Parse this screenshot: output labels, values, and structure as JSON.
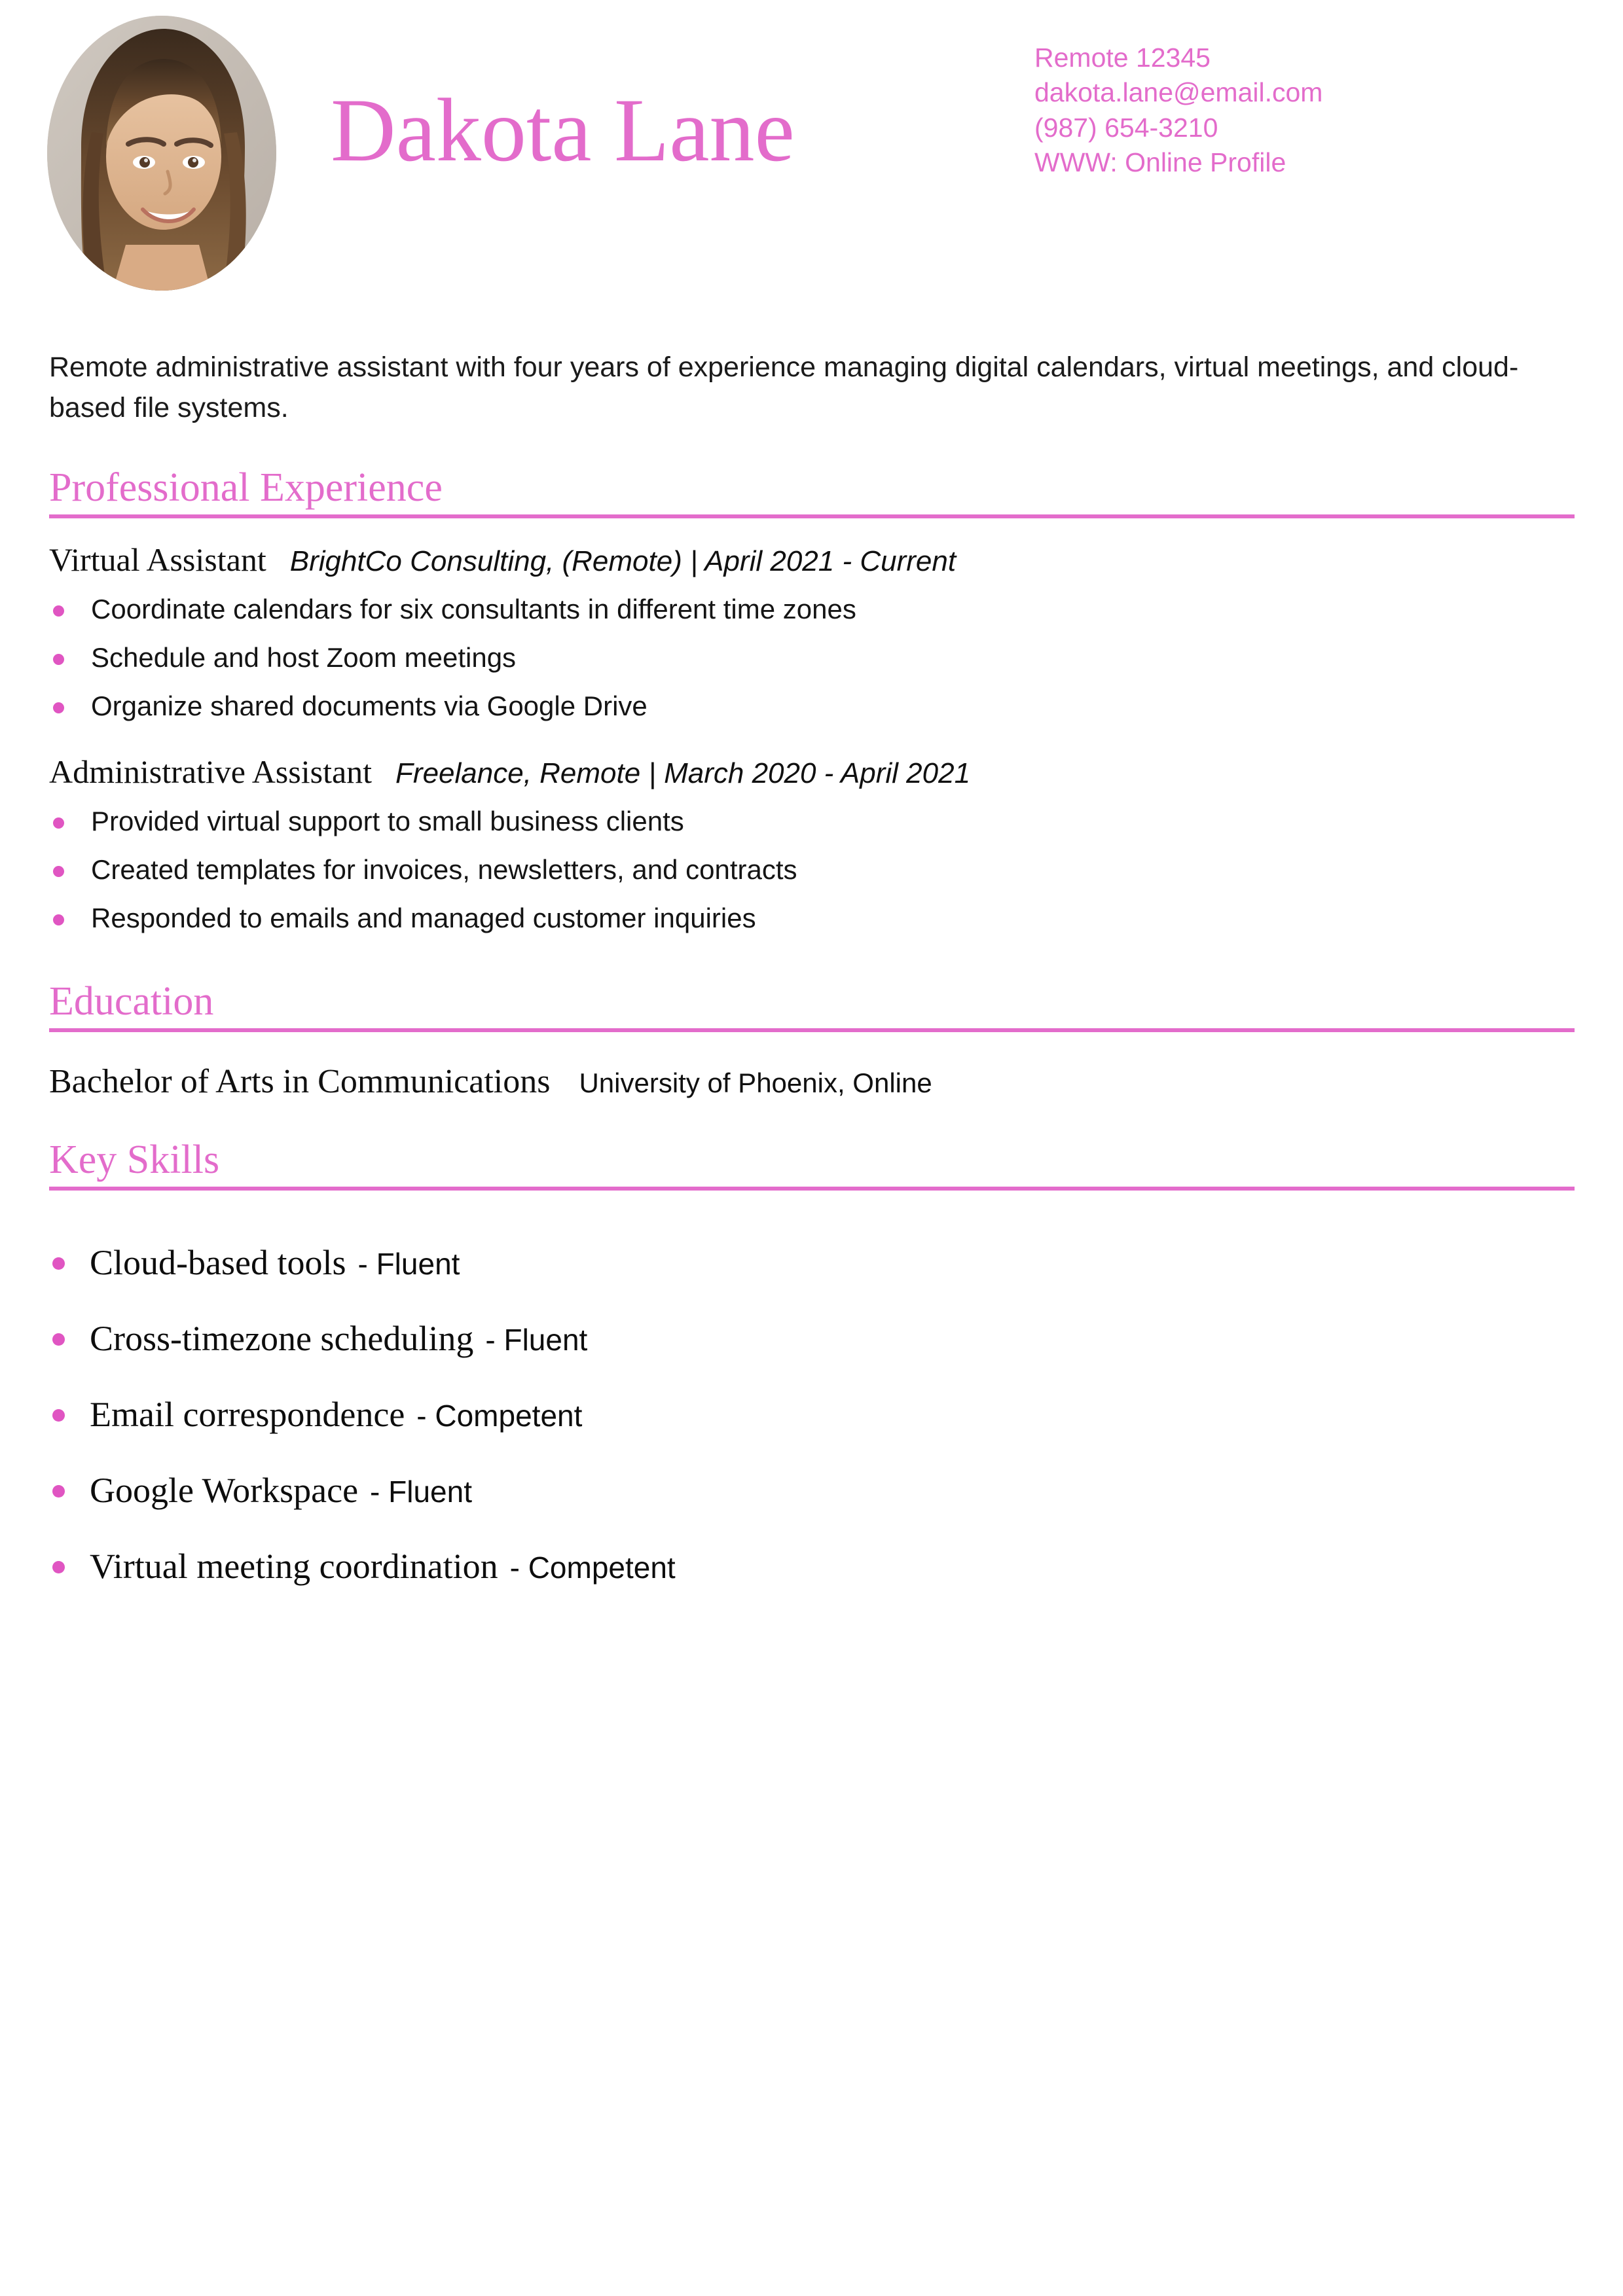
{
  "theme": {
    "accent": "#E36CCB",
    "bullet": "#E055C2",
    "text": "#141414",
    "background": "#FFFFFF"
  },
  "header": {
    "name": "Dakota Lane",
    "photo_alt": "profile-photo",
    "contact": [
      "Remote 12345",
      "dakota.lane@email.com",
      "(987) 654-3210",
      "WWW: Online Profile"
    ]
  },
  "summary": "Remote administrative assistant with four years of experience managing digital calendars, virtual meetings, and cloud-based file systems.",
  "sections": {
    "experience": {
      "title": "Professional Experience",
      "jobs": [
        {
          "title": "Virtual Assistant",
          "meta": "BrightCo Consulting, (Remote) | April 2021 - Current",
          "bullets": [
            "Coordinate calendars for six consultants in different time zones",
            "Schedule and host Zoom meetings",
            "Organize shared documents via Google Drive"
          ]
        },
        {
          "title": "Administrative Assistant",
          "meta": "Freelance, Remote | March 2020 - April 2021",
          "bullets": [
            "Provided virtual support to small business clients",
            "Created templates for invoices, newsletters, and contracts",
            "Responded to emails and managed customer inquiries"
          ]
        }
      ]
    },
    "education": {
      "title": "Education",
      "entries": [
        {
          "degree": "Bachelor of Arts in Communications",
          "school": "University of Phoenix, Online"
        }
      ]
    },
    "skills": {
      "title": "Key Skills",
      "items": [
        {
          "name": "Cloud-based tools",
          "level": "- Fluent"
        },
        {
          "name": "Cross-timezone scheduling",
          "level": "- Fluent"
        },
        {
          "name": "Email correspondence",
          "level": "- Competent"
        },
        {
          "name": "Google Workspace",
          "level": "- Fluent"
        },
        {
          "name": "Virtual meeting coordination",
          "level": "- Competent"
        }
      ]
    }
  }
}
